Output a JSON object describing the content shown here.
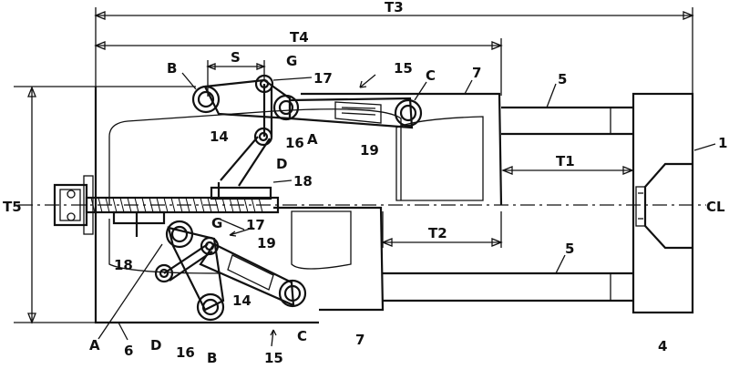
{
  "figure": {
    "dimensions": {
      "T3": "T3",
      "T4": "T4",
      "S": "S",
      "T1": "T1",
      "T2": "T2",
      "T5": "T5"
    },
    "centerline": "CL",
    "upper_toggle": {
      "B": "B",
      "G": "G",
      "n17": "17",
      "n15": "15",
      "C": "C",
      "n7": "7",
      "n14": "14",
      "n16": "16",
      "A": "A",
      "D": "D",
      "n19": "19",
      "n18": "18"
    },
    "lower_toggle": {
      "G": "G",
      "n17": "17",
      "n19": "19",
      "n18": "18",
      "n14": "14",
      "A": "A",
      "D": "D",
      "n16": "16",
      "B": "B",
      "n15": "15",
      "C": "C",
      "n7": "7"
    },
    "parts": {
      "n5_upper": "5",
      "n5_lower": "5",
      "n1": "1",
      "n4": "4",
      "n6": "6"
    }
  }
}
